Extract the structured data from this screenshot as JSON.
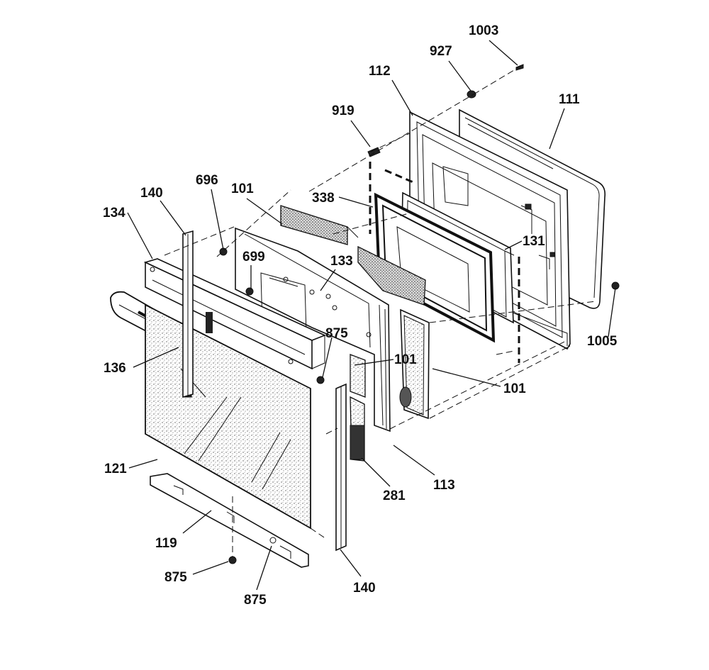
{
  "diagram": {
    "labels": {
      "l1003": "1003",
      "l927": "927",
      "l112": "112",
      "l111": "111",
      "l919": "919",
      "l338": "338",
      "l131": "131",
      "l140_top": "140",
      "l696": "696",
      "l101_top": "101",
      "l134": "134",
      "l699": "699",
      "l133": "133",
      "l875_mid": "875",
      "l101_mid": "101",
      "l101_right": "101",
      "l1005": "1005",
      "l136": "136",
      "l121": "121",
      "l113": "113",
      "l281": "281",
      "l119": "119",
      "l875_left": "875",
      "l875_bottom": "875",
      "l140_bottom": "140"
    }
  }
}
